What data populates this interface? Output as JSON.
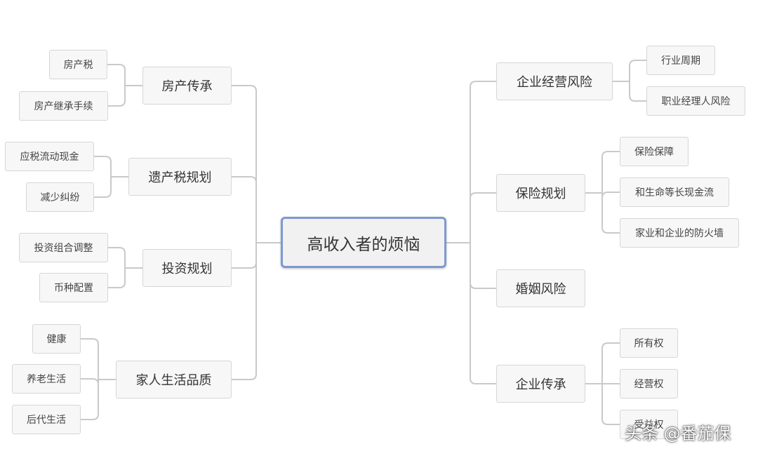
{
  "root": {
    "label": "高收入者的烦恼"
  },
  "left_branches": [
    {
      "label": "房产传承",
      "children": [
        "房产税",
        "房产继承手续"
      ]
    },
    {
      "label": "遗产税规划",
      "children": [
        "应税流动现金",
        "减少纠纷"
      ]
    },
    {
      "label": "投资规划",
      "children": [
        "投资组合调整",
        "币种配置"
      ]
    },
    {
      "label": "家人生活品质",
      "children": [
        "健康",
        "养老生活",
        "后代生活"
      ]
    }
  ],
  "right_branches": [
    {
      "label": "企业经营风险",
      "children": [
        "行业周期",
        "职业经理人风险"
      ]
    },
    {
      "label": "保险规划",
      "children": [
        "保险保障",
        "和生命等长现金流",
        "家业和企业的防火墙"
      ]
    },
    {
      "label": "婚姻风险",
      "children": []
    },
    {
      "label": "企业传承",
      "children": [
        "所有权",
        "经营权",
        "受益权"
      ]
    }
  ],
  "watermark": {
    "text": "头条 @番茄保"
  },
  "colors": {
    "line": "#c9c9c9",
    "root_border": "#7d99d0",
    "node_bg": "#f7f7f7"
  }
}
